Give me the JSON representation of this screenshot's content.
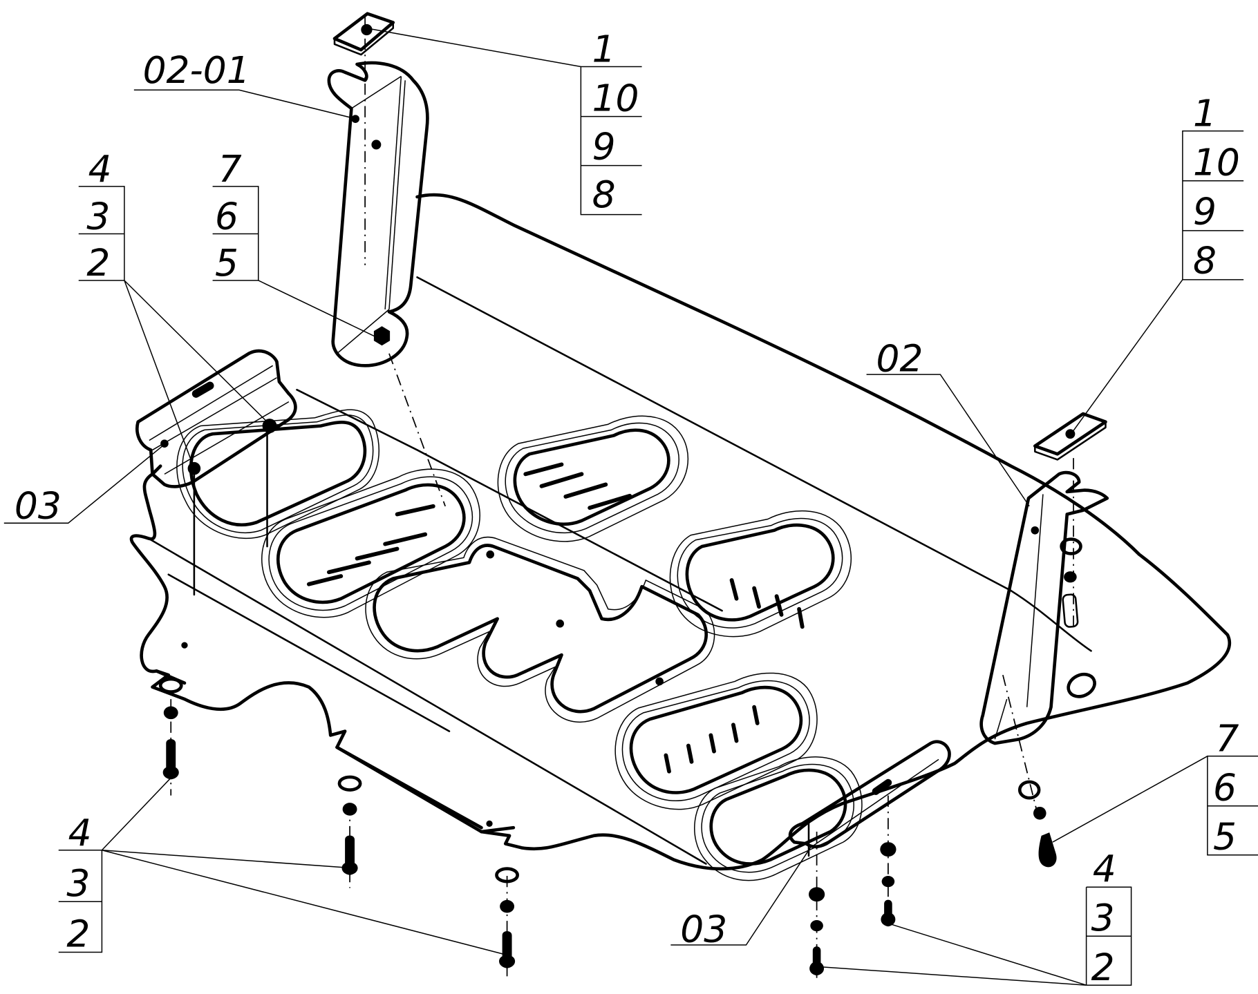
{
  "drawing": {
    "title": "Skid plate assembly - exploded view",
    "line_color": "#000000",
    "background_color": "#ffffff"
  },
  "labels": {
    "part_02_01": "02-01",
    "part_02": "02",
    "part_03_left": "03",
    "part_03_bottom": "03"
  },
  "callouts": {
    "top_left_bracket": [
      "1",
      "10",
      "9",
      "8"
    ],
    "top_right_bracket": [
      "1",
      "10",
      "9",
      "8"
    ],
    "left_upper_432": [
      "4",
      "3",
      "2"
    ],
    "left_upper_765": [
      "7",
      "6",
      "5"
    ],
    "bottom_left_432": [
      "4",
      "3",
      "2"
    ],
    "bottom_right_432": [
      "4",
      "3",
      "2"
    ],
    "right_765": [
      "7",
      "6",
      "5"
    ]
  }
}
